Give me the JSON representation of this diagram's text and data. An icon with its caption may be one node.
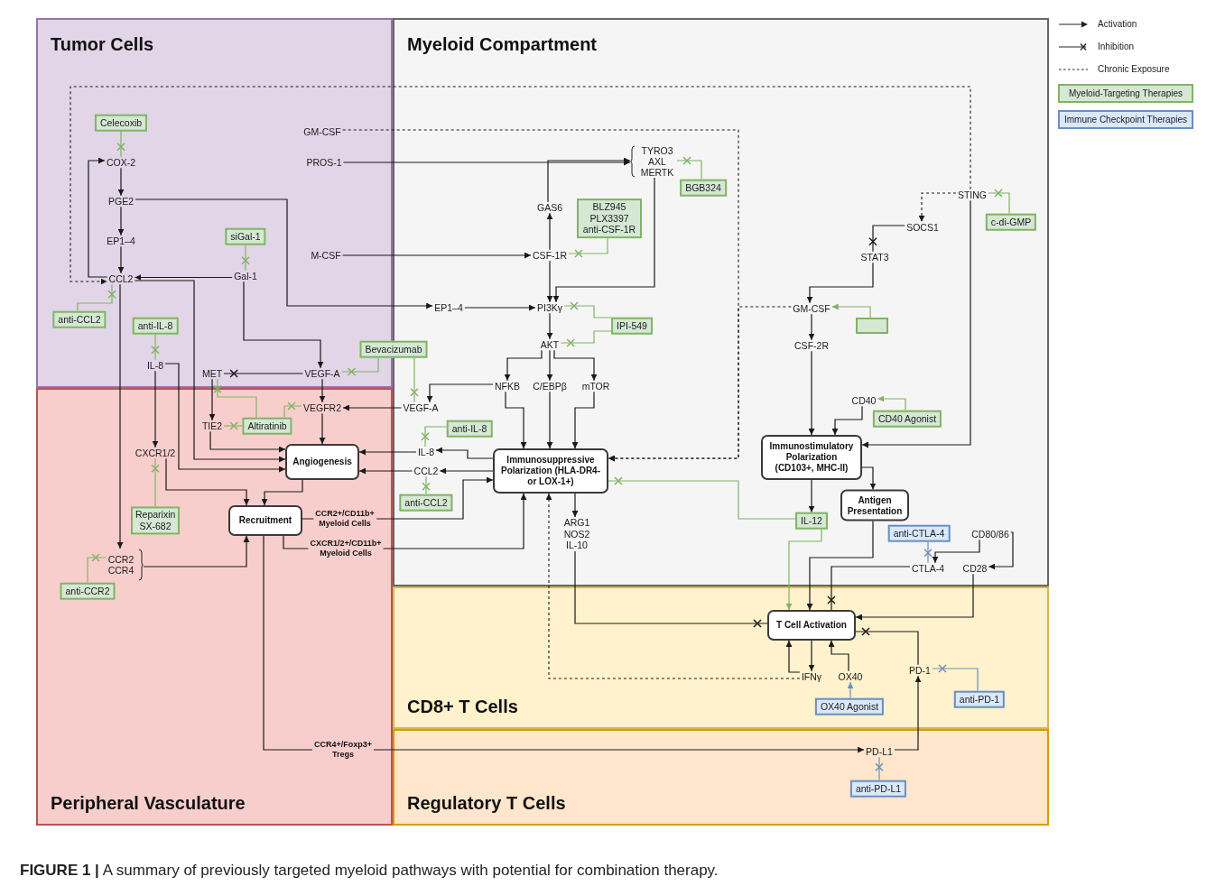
{
  "diagram": {
    "caption": "**FIGURE 1 |** A summary of previously targeted myeloid pathways with potential for combination therapy.",
    "nodes": [
      {
        "text": [
          "Tumor Cells"
        ]
      },
      {
        "text": [
          "Myeloid Compartment"
        ]
      },
      {
        "text": [
          "Peripheral Vasculature"
        ]
      },
      {
        "text": [
          "CD8+ T Cells"
        ]
      },
      {
        "text": [
          "Regulatory T Cells"
        ]
      },
      {
        "text": [
          "Celecoxib"
        ],
        "in": 0
      },
      {
        "text": [
          "COX-2"
        ],
        "in": 0
      },
      {
        "text": [
          "PGE2"
        ],
        "in": 0
      },
      {
        "text": [
          "EP1–4"
        ],
        "in": 0
      },
      {
        "text": [
          "siGal-1"
        ],
        "in": 0
      },
      {
        "text": [
          "CCL2"
        ],
        "in": 0
      },
      {
        "text": [
          "Gal-1"
        ],
        "in": 0
      },
      {
        "text": [
          "anti-CCL2"
        ],
        "in": 0
      },
      {
        "text": [
          "anti-IL-8"
        ],
        "in": 0
      },
      {
        "text": [
          "IL-8"
        ],
        "in": 0
      },
      {
        "text": [
          "MET"
        ],
        "in": 0
      },
      {
        "text": [
          "VEGF-A"
        ],
        "in": 0
      },
      {
        "text": [
          "Bevacizumab"
        ]
      },
      {
        "text": [
          "GM-CSF"
        ],
        "in": 0
      },
      {
        "text": [
          "PROS-1"
        ],
        "in": 0
      },
      {
        "text": [
          "M-CSF"
        ],
        "in": 0
      },
      {
        "text": [
          "TYRO3 AXL MERTK"
        ],
        "in": 1
      },
      {
        "text": [
          "BGB324"
        ],
        "in": 1
      },
      {
        "text": [
          "GAS6"
        ],
        "in": 1
      },
      {
        "text": [
          "BLZ945 PLX3397 anti-CSF-1R"
        ],
        "in": 1
      },
      {
        "text": [
          "CSF-1R"
        ],
        "in": 1
      },
      {
        "text": [
          "EP1–4"
        ],
        "in": 1
      },
      {
        "text": [
          "PI3Kγ"
        ],
        "in": 1
      },
      {
        "text": [
          "IPI-549"
        ],
        "in": 1
      },
      {
        "text": [
          "AKT"
        ],
        "in": 1
      },
      {
        "text": [
          "NFKB"
        ],
        "in": 1
      },
      {
        "text": [
          "C/EBPβ"
        ],
        "in": 1
      },
      {
        "text": [
          "mTOR"
        ],
        "in": 1
      },
      {
        "text": [
          "VEGF-A"
        ],
        "in": 1
      },
      {
        "text": [
          "anti-IL-8"
        ],
        "in": 1
      },
      {
        "text": [
          "IL-8"
        ],
        "in": 1
      },
      {
        "text": [
          "CCL2"
        ],
        "in": 1
      },
      {
        "text": [
          "anti-CCL2"
        ],
        "in": 1
      },
      {
        "text": [
          "Immunosuppressive Polarization (HLA-DR4- or LOX-1+)"
        ],
        "in": 1
      },
      {
        "text": [
          "ARG1 NOS2 IL-10"
        ],
        "in": 1
      },
      {
        "text": [
          "STING"
        ],
        "in": 1
      },
      {
        "text": [
          "c-di-GMP"
        ],
        "in": 1
      },
      {
        "text": [
          "SOCS1"
        ],
        "in": 1
      },
      {
        "text": [
          "STAT3"
        ],
        "in": 1
      },
      {
        "text": [
          "GM-CSF"
        ],
        "in": 1
      },
      {
        "text": [],
        "shape": "box",
        "in": 1
      },
      {
        "text": [
          "CSF-2R"
        ],
        "in": 1
      },
      {
        "text": [
          "CD40"
        ],
        "in": 1
      },
      {
        "text": [
          "CD40 Agonist"
        ],
        "in": 1
      },
      {
        "text": [
          "Immunostimulatory Polarization (CD103+, MHC-II)"
        ],
        "in": 1
      },
      {
        "text": [
          "Antigen Presentation"
        ],
        "in": 1
      },
      {
        "text": [
          "IL-12"
        ],
        "in": 1
      },
      {
        "text": [
          "anti-CTLA-4"
        ],
        "in": 1
      },
      {
        "text": [
          "CD80/86"
        ],
        "in": 1
      },
      {
        "text": [
          "CTLA-4"
        ],
        "in": 1
      },
      {
        "text": [
          "CD28"
        ],
        "in": 1
      },
      {
        "text": [
          "VEGFR2"
        ],
        "in": 2
      },
      {
        "text": [
          "TIE2"
        ],
        "in": 2
      },
      {
        "text": [
          "Altiratinib"
        ],
        "in": 2
      },
      {
        "text": [
          "CXCR1/2"
        ],
        "in": 2
      },
      {
        "text": [
          "Angiogenesis"
        ],
        "in": 2
      },
      {
        "text": [
          "Reparixin SX-682"
        ],
        "in": 2
      },
      {
        "text": [
          "Recruitment"
        ],
        "in": 2
      },
      {
        "text": [
          "CCR2 CCR4"
        ],
        "in": 2
      },
      {
        "text": [
          "anti-CCR2"
        ],
        "in": 2
      },
      {
        "text": [
          "T Cell Activation"
        ],
        "in": 3
      },
      {
        "text": [
          "IFNγ"
        ],
        "in": 3
      },
      {
        "text": [
          "OX40"
        ],
        "in": 3
      },
      {
        "text": [
          "OX40 Agonist"
        ],
        "in": 3
      },
      {
        "text": [
          "PD-1"
        ],
        "in": 3
      },
      {
        "text": [
          "anti-PD-1"
        ],
        "in": 3
      },
      {
        "text": [
          "PD-L1"
        ],
        "in": 4
      },
      {
        "text": [
          "anti-PD-L1"
        ],
        "in": 4
      }
    ],
    "edges": [
      {
        "from": 5,
        "to": 6,
        "arrow": "other",
        "color": "#82b366"
      },
      {
        "from": 6,
        "to": 7,
        "arrow": "to"
      },
      {
        "from": 7,
        "to": 8,
        "arrow": "to"
      },
      {
        "from": 8,
        "to": 10,
        "arrow": "to"
      },
      {
        "from": 10,
        "to": 6,
        "arrow": "to"
      },
      {
        "from": 40,
        "to": 10,
        "arrow": "to",
        "style": "dashed"
      },
      {
        "from": 9,
        "to": 11,
        "arrow": "other",
        "color": "#82b366"
      },
      {
        "from": 11,
        "to": 10,
        "arrow": "to"
      },
      {
        "from": 12,
        "to": 10,
        "arrow": "other",
        "color": "#82b366"
      },
      {
        "from": 7,
        "to": 26,
        "arrow": "to"
      },
      {
        "from": 26,
        "to": 27,
        "arrow": "to"
      },
      {
        "from": 11,
        "to": 16,
        "arrow": "to"
      },
      {
        "from": 13,
        "to": 14,
        "arrow": "other",
        "color": "#82b366"
      },
      {
        "from": 16,
        "to": 15,
        "arrow": "other"
      },
      {
        "from": 17,
        "to": 16,
        "arrow": "other",
        "color": "#82b366"
      },
      {
        "from": 17,
        "to": 33,
        "arrow": "other",
        "color": "#82b366"
      },
      {
        "from": 16,
        "to": 56,
        "arrow": "to"
      },
      {
        "from": 33,
        "to": 56,
        "arrow": "to"
      },
      {
        "from": 15,
        "to": 57,
        "arrow": "to"
      },
      {
        "from": 58,
        "to": 15,
        "arrow": "other",
        "color": "#82b366"
      },
      {
        "from": 58,
        "to": 56,
        "arrow": "other",
        "color": "#82b366"
      },
      {
        "from": 58,
        "to": 57,
        "arrow": "other",
        "color": "#82b366"
      },
      {
        "from": 56,
        "to": 60,
        "arrow": "to"
      },
      {
        "from": 57,
        "to": 60,
        "arrow": "to"
      },
      {
        "from": 10,
        "to": 60,
        "arrow": "to"
      },
      {
        "from": 14,
        "to": 60,
        "arrow": "to"
      },
      {
        "from": 35,
        "to": 60,
        "arrow": "to"
      },
      {
        "from": 36,
        "to": 60,
        "arrow": "to"
      },
      {
        "from": 14,
        "to": 59,
        "arrow": "to"
      },
      {
        "from": 61,
        "to": 59,
        "arrow": "other",
        "color": "#82b366"
      },
      {
        "from": 59,
        "to": 62,
        "arrow": "to"
      },
      {
        "from": 60,
        "to": 62,
        "arrow": "to"
      },
      {
        "from": 10,
        "to": 63,
        "arrow": "to"
      },
      {
        "from": 63,
        "to": 62,
        "arrow": "to"
      },
      {
        "from": 64,
        "to": 63,
        "arrow": "other",
        "color": "#82b366"
      },
      {
        "from": 62,
        "to": 38,
        "arrow": "to",
        "label": "CCR2+/CD11b+ Myeloid Cells"
      },
      {
        "from": 62,
        "to": 38,
        "arrow": "to",
        "label": "CXCR1/2+/CD11b+ Myeloid Cells"
      },
      {
        "from": 62,
        "to": 71,
        "arrow": "to",
        "label": "CCR4+/Foxp3+ Tregs"
      },
      {
        "from": 18,
        "to": 38,
        "arrow": "to",
        "style": "dashed"
      },
      {
        "from": 19,
        "to": 21,
        "arrow": "to"
      },
      {
        "from": 23,
        "to": 21,
        "arrow": "to"
      },
      {
        "from": 25,
        "to": 23,
        "arrow": "to"
      },
      {
        "from": 22,
        "to": 21,
        "arrow": "other",
        "color": "#82b366"
      },
      {
        "from": 20,
        "to": 25,
        "arrow": "to"
      },
      {
        "from": 24,
        "to": 25,
        "arrow": "other",
        "color": "#82b366"
      },
      {
        "from": 25,
        "to": 27,
        "arrow": "to"
      },
      {
        "from": 21,
        "to": 27,
        "arrow": "to"
      },
      {
        "from": 28,
        "to": 27,
        "arrow": "other",
        "color": "#82b366"
      },
      {
        "from": 28,
        "to": 29,
        "arrow": "other",
        "color": "#82b366"
      },
      {
        "from": 27,
        "to": 29,
        "arrow": "to"
      },
      {
        "from": 29,
        "to": 30,
        "arrow": "to"
      },
      {
        "from": 29,
        "to": 31,
        "arrow": "to"
      },
      {
        "from": 29,
        "to": 32,
        "arrow": "to"
      },
      {
        "from": 30,
        "to": 33,
        "arrow": "to"
      },
      {
        "from": 30,
        "to": 38,
        "arrow": "to"
      },
      {
        "from": 31,
        "to": 38,
        "arrow": "to"
      },
      {
        "from": 32,
        "to": 38,
        "arrow": "to"
      },
      {
        "from": 38,
        "to": 35,
        "arrow": "to"
      },
      {
        "from": 38,
        "to": 36,
        "arrow": "to"
      },
      {
        "from": 34,
        "to": 35,
        "arrow": "other",
        "color": "#82b366"
      },
      {
        "from": 37,
        "to": 36,
        "arrow": "other",
        "color": "#82b366"
      },
      {
        "from": 38,
        "to": 39,
        "arrow": "to"
      },
      {
        "from": 39,
        "to": 65,
        "arrow": "other"
      },
      {
        "from": 51,
        "to": 38,
        "arrow": "other",
        "color": "#82b366"
      },
      {
        "from": 51,
        "to": 65,
        "arrow": "to",
        "color": "#82b366"
      },
      {
        "from": 40,
        "to": 42,
        "arrow": "to",
        "style": "dashed"
      },
      {
        "from": 41,
        "to": 40,
        "arrow": "other",
        "color": "#82b366"
      },
      {
        "from": 42,
        "to": 43,
        "arrow": "other"
      },
      {
        "from": 43,
        "to": 44,
        "arrow": "to"
      },
      {
        "from": 44,
        "to": 38,
        "arrow": "to",
        "style": "dashed"
      },
      {
        "from": 45,
        "to": 44,
        "arrow": "to",
        "color": "#82b366"
      },
      {
        "from": 44,
        "to": 46,
        "arrow": "to"
      },
      {
        "from": 46,
        "to": 49,
        "arrow": "to"
      },
      {
        "from": 48,
        "to": 47,
        "arrow": "to",
        "color": "#82b366"
      },
      {
        "from": 47,
        "to": 49,
        "arrow": "to"
      },
      {
        "from": 40,
        "to": 49,
        "arrow": "to"
      },
      {
        "from": 49,
        "to": 50,
        "arrow": "to"
      },
      {
        "from": 49,
        "to": 51,
        "arrow": "to"
      },
      {
        "from": 50,
        "to": 65,
        "arrow": "to"
      },
      {
        "from": 52,
        "to": 54,
        "arrow": "other",
        "color": "#6c8ebf"
      },
      {
        "from": 53,
        "to": 54,
        "arrow": "to"
      },
      {
        "from": 53,
        "to": 55,
        "arrow": "to"
      },
      {
        "from": 54,
        "to": 65,
        "arrow": "other"
      },
      {
        "from": 55,
        "to": 65,
        "arrow": "to"
      },
      {
        "from": 69,
        "to": 65,
        "arrow": "other"
      },
      {
        "from": 65,
        "to": 66,
        "arrow": "to"
      },
      {
        "from": 66,
        "to": 65,
        "arrow": "to"
      },
      {
        "from": 66,
        "to": 38,
        "arrow": "to",
        "style": "dashed"
      },
      {
        "from": 67,
        "to": 65,
        "arrow": "to"
      },
      {
        "from": 68,
        "to": 67,
        "arrow": "to",
        "color": "#6c8ebf"
      },
      {
        "from": 70,
        "to": 69,
        "arrow": "other",
        "color": "#6c8ebf"
      },
      {
        "from": 71,
        "to": 69,
        "arrow": "to"
      },
      {
        "from": 72,
        "to": 71,
        "arrow": "other",
        "color": "#6c8ebf"
      }
    ],
    "legend": [
      {
        "text": "Activation"
      },
      {
        "text": "Inhibition"
      },
      {
        "text": "Chronic Exposure"
      },
      {
        "text": "Myeloid-Targeting Therapies",
        "color": "#d5e8d4"
      },
      {
        "text": "Immune Checkpoint Therapies",
        "color": "#dae8fc"
      }
    ]
  }
}
